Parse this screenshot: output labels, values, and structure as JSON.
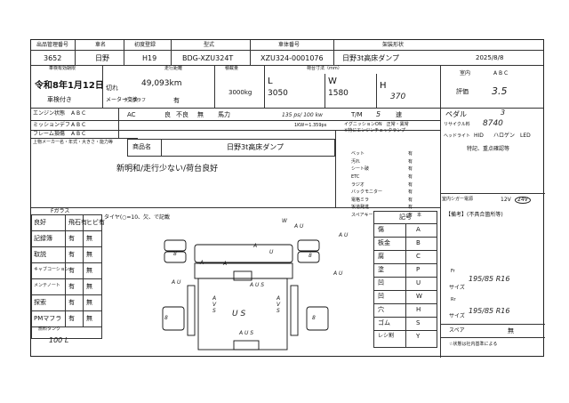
{
  "header_labels": {
    "kanri": "出品管理番号",
    "maker": "車名",
    "first_reg": "初度登録",
    "model": "型式",
    "chassis": "車体番号",
    "shape": "架装形状"
  },
  "header_values": {
    "kanri": "3652",
    "maker": "日野",
    "first_reg": "H19",
    "model": "BDG-XZU324T",
    "chassis": "XZU324-0001076",
    "shape": "日野3t高床ダンプ",
    "date": "2025/8/8"
  },
  "row2": {
    "inspect_label": "車検有効期限",
    "inspect_value": "令和8年1月12日",
    "inspect_sub": "車検付き",
    "mileage_label": "走行距離",
    "kire": "切れ",
    "mileage": "49,093km",
    "swap": "メーター交換",
    "tacho": "タコグラフ",
    "tacho_val": "有",
    "load_label": "積載量",
    "load": "3000kg",
    "cargo_label": "荷台寸法（mm）",
    "L": "L",
    "W": "W",
    "H": "H",
    "L_val": "3050",
    "W_val": "1580",
    "H_val": "370",
    "interior": "室内",
    "abc": "A B C",
    "eval_label": "評価",
    "eval_val": "3.5"
  },
  "status": {
    "engine": "エンジン状態",
    "mission": "ミッションデフ",
    "frame": "フレーム損傷",
    "ac": "AC",
    "ac_good": "良",
    "ac_bad": "不良",
    "ac_none": "無",
    "power": "馬力",
    "power_val": "135 ps/ 100 kw",
    "tm": "T/M",
    "tm_val": "5",
    "speed": "速",
    "pedal": "ペダル",
    "pedal_val": "3",
    "recycle": "リサイクル料",
    "recycle_val": "8740",
    "kw_note": "1KW＝1.359ps",
    "ABC": "A B C",
    "items_note": "上物メーカー名・年式・大きさ・能力等"
  },
  "equipment": {
    "ignition": "イグニッションON　正常・異常",
    "warn": "※特にエンジンチェックランプ",
    "items": [
      "ベット",
      "汚れ",
      "シート破",
      "ETC",
      "ラジオ",
      "バックモニター",
      "電格ミラ",
      "坂道発進",
      "スペアキー"
    ],
    "vals": [
      "有",
      "有",
      "有",
      "有",
      "有",
      "有",
      "有",
      "有",
      "有　本"
    ],
    "headlight": "ヘッドライト",
    "hid": "HID",
    "halogen": "ハロゲン",
    "led": "LED",
    "special": "特記、重点確認等"
  },
  "product": {
    "label": "商品名",
    "value": "日野3t高床ダンプ"
  },
  "remarks": "新明和/走行少ない/荷台良好",
  "socket": {
    "label": "室内シガー電源",
    "val": "12V",
    "val2": "24V"
  },
  "fglass": {
    "title": "Fガラス",
    "rows": [
      [
        "良好",
        "飛石有",
        "ヒビ有"
      ],
      [
        "記録簿",
        "有",
        "無"
      ],
      [
        "取説",
        "有",
        "無"
      ],
      [
        "キャブコーション",
        "有",
        "無"
      ],
      [
        "メンテノート",
        "有",
        "無"
      ],
      [
        "探索",
        "有",
        "無"
      ],
      [
        "PMマフラ",
        "有",
        "無"
      ]
    ],
    "fuel_label": "燃料タンク",
    "fuel": "100 L"
  },
  "diagram_note": "タイヤ(○=10、欠、で記載",
  "legend": {
    "title": "記号",
    "rows": [
      [
        "傷",
        "A"
      ],
      [
        "板金",
        "B"
      ],
      [
        "腐",
        "C"
      ],
      [
        "塗",
        "P"
      ],
      [
        "凹",
        "U"
      ],
      [
        "凹",
        "W"
      ],
      [
        "穴",
        "H"
      ],
      [
        "ゴム",
        "S"
      ],
      [
        "レシ割",
        "Y"
      ]
    ]
  },
  "tires": {
    "size_label": "サイズ",
    "front": "195/85 R16",
    "rear": "195/85 R16",
    "spare_label": "スペア",
    "spare": "無",
    "note": "☆状態は社内基準による",
    "ff": "Fr",
    "rr": "Rr",
    "report": "【備考】(不具合箇所等)"
  }
}
